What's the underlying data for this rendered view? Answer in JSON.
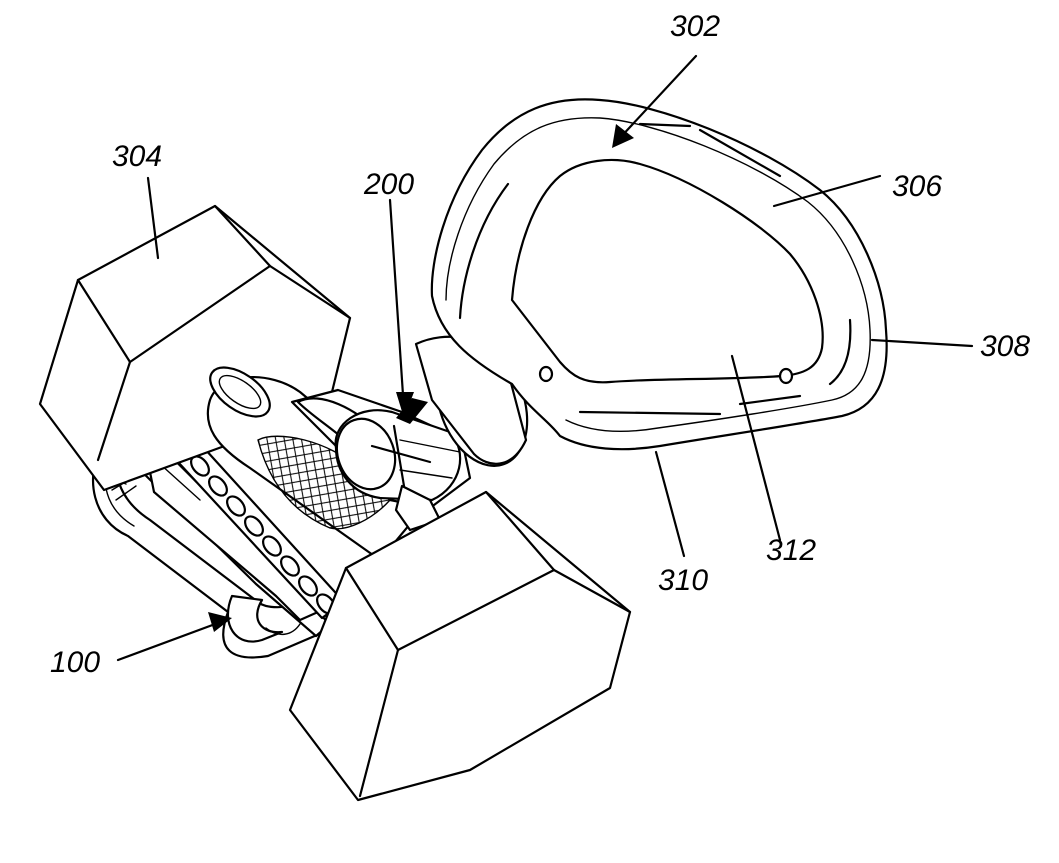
{
  "figure": {
    "labels": [
      {
        "id": "label-302",
        "text": "302"
      },
      {
        "id": "label-304",
        "text": "304"
      },
      {
        "id": "label-200",
        "text": "200"
      },
      {
        "id": "label-306",
        "text": "306"
      },
      {
        "id": "label-308",
        "text": "308"
      },
      {
        "id": "label-310",
        "text": "310"
      },
      {
        "id": "label-312",
        "text": "312"
      },
      {
        "id": "label-100",
        "text": "100"
      }
    ]
  }
}
